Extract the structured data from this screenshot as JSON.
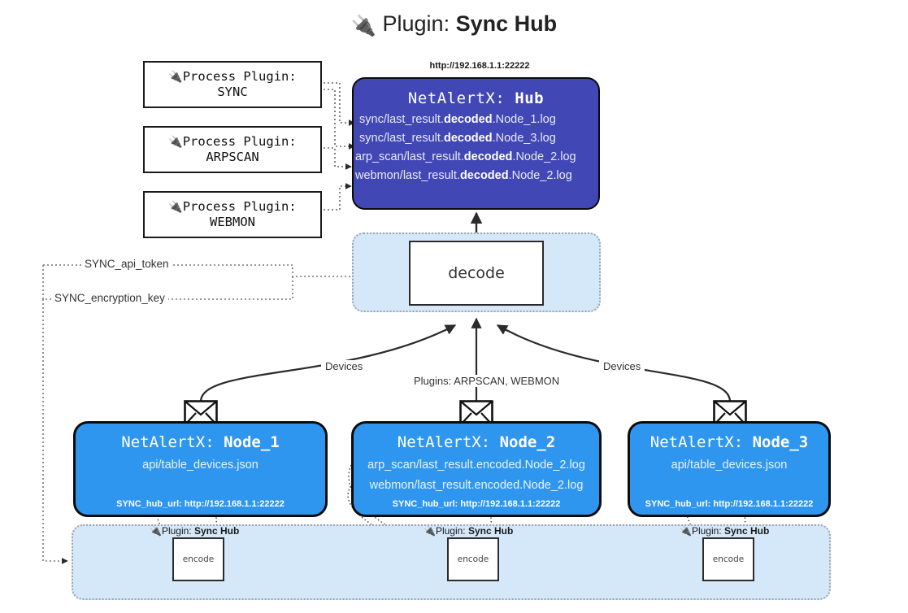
{
  "title": {
    "icon": "plug-icon",
    "prefix": "Plugin:",
    "name": "Sync Hub"
  },
  "process_plugins": [
    {
      "icon": "plug-icon",
      "line1": "Process Plugin:",
      "line2": "SYNC"
    },
    {
      "icon": "plug-icon",
      "line1": "Process Plugin:",
      "line2": "ARPSCAN"
    },
    {
      "icon": "plug-icon",
      "line1": "Process Plugin:",
      "line2": "WEBMON"
    }
  ],
  "hub": {
    "url": "http://192.168.1.1:22222",
    "title_prefix": "NetAlertX:",
    "title_name": "Hub",
    "lines": [
      {
        "pre": "sync/last_result.",
        "mid": "decoded",
        "post": ".Node_1.log"
      },
      {
        "pre": "sync/last_result.",
        "mid": "decoded",
        "post": ".Node_3.log"
      },
      {
        "pre": "arp_scan/last_result.",
        "mid": "decoded",
        "post": ".Node_2.log"
      },
      {
        "pre": "webmon/last_result.",
        "mid": "decoded",
        "post": ".Node_2.log"
      }
    ]
  },
  "decode": {
    "label": "decode"
  },
  "keys": {
    "api_token": "SYNC_api_token",
    "encryption_key": "SYNC_encryption_key"
  },
  "edge_labels": {
    "devices_left": "Devices",
    "plugins_center": "Plugins: ARPSCAN, WEBMON",
    "devices_right": "Devices"
  },
  "nodes": [
    {
      "title_prefix": "NetAlertX:",
      "title_name": "Node_1",
      "lines": [
        "api/table_devices.json"
      ],
      "hub_url_label": "SYNC_hub_url:",
      "hub_url": "http://192.168.1.1:22222"
    },
    {
      "title_prefix": "NetAlertX:",
      "title_name": "Node_2",
      "lines": [
        "arp_scan/last_result.encoded.Node_2.log",
        "webmon/last_result.encoded.Node_2.log"
      ],
      "hub_url_label": "SYNC_hub_url:",
      "hub_url": "http://192.168.1.1:22222"
    },
    {
      "title_prefix": "NetAlertX:",
      "title_name": "Node_3",
      "lines": [
        "api/table_devices.json"
      ],
      "hub_url_label": "SYNC_hub_url:",
      "hub_url": "http://192.168.1.1:22222"
    }
  ],
  "encoders": [
    {
      "icon": "plug-icon",
      "label_prefix": "Plugin:",
      "label_name": "Sync Hub",
      "box": "encode"
    },
    {
      "icon": "plug-icon",
      "label_prefix": "Plugin:",
      "label_name": "Sync Hub",
      "box": "encode"
    },
    {
      "icon": "plug-icon",
      "label_prefix": "Plugin:",
      "label_name": "Sync Hub",
      "box": "encode"
    }
  ],
  "colors": {
    "hub_fill": "#4147b4",
    "node_fill": "#2f96f0",
    "container_fill": "#d5e8fa",
    "container_border": "#9aa4ad",
    "stroke": "#2b2b2b"
  }
}
